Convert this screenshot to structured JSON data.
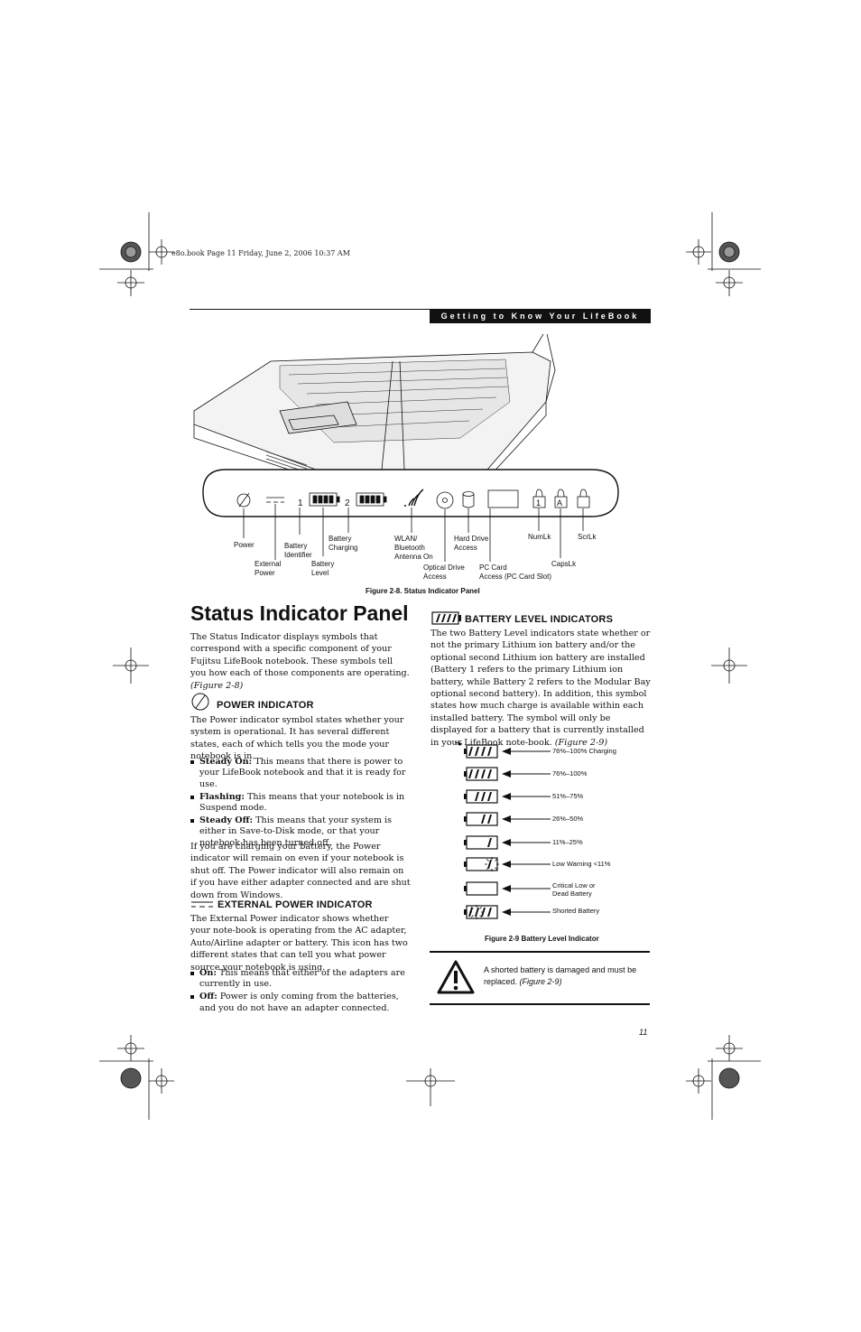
{
  "slug": "e8o.book  Page 11  Friday, June 2, 2006  10:37 AM",
  "running_header": "Getting to Know Your LifeBook",
  "figure1": {
    "caption": "Figure 2-8. Status Indicator Panel",
    "labels": {
      "power": "Power",
      "external_power": "External\nPower",
      "battery_identifier": "Battery\nIdentifier",
      "battery_level": "Battery\nLevel",
      "battery_charging": "Battery\nCharging",
      "wlan": "WLAN/\nBluetooth\nAntenna On",
      "optical": "Optical Drive\nAccess",
      "hdd": "Hard Drive\nAccess",
      "pccard": "PC Card\nAccess (PC Card Slot)",
      "numlk": "NumLk",
      "capslk": "CapsLk",
      "scrlk": "ScrLk"
    }
  },
  "title": "Status Indicator Panel",
  "intro": "The Status Indicator displays symbols that correspond with a specific component of your Fujitsu LifeBook notebook. These symbols tell you how each of those components are operating.",
  "intro_ref": "(Figure 2-8)",
  "power_section": {
    "heading": "POWER INDICATOR",
    "body": "The Power indicator symbol states whether your system is operational. It has several different states, each of which tells you the mode your notebook is in.",
    "bullets": [
      {
        "term": "Steady On:",
        "text": " This means that there is power to your LifeBook notebook and that it is ready for use."
      },
      {
        "term": "Flashing:",
        "text": " This means that your notebook is in Suspend mode."
      },
      {
        "term": "Steady Off:",
        "text": " This means that your system is either in Save-to-Disk mode, or that your notebook has been turned off."
      }
    ],
    "body2": "If you are charging your battery, the Power indicator will remain on even if your notebook is shut off. The Power indicator will also remain on if you have either adapter connected and are shut down from Windows."
  },
  "external_section": {
    "heading": "EXTERNAL POWER INDICATOR",
    "body": "The External Power indicator shows whether your note-book is operating from the AC adapter, Auto/Airline adapter or battery. This icon has two different states that can tell you what power source your notebook is using.",
    "bullets": [
      {
        "term": "On:",
        "text": " This means that either of the adapters are currently in use."
      },
      {
        "term": "Off:",
        "text": " Power is only coming from the batteries, and you do not have an adapter connected."
      }
    ]
  },
  "battery_section": {
    "heading": "BATTERY LEVEL INDICATORS",
    "body": "The two Battery Level indicators state whether or not the primary Lithium ion battery and/or the optional second Lithium ion battery are installed (Battery 1 refers to the primary Lithium ion battery, while Battery 2 refers to the Modular Bay optional second battery). In addition, this symbol states how much charge is available within each installed battery. The symbol will only be displayed for a battery that is currently installed in your LifeBook note-book.",
    "body_ref": "(Figure 2-9)"
  },
  "battery_levels": [
    {
      "label": "76%–100% Charging",
      "bars": 4
    },
    {
      "label": "76%–100%",
      "bars": 4
    },
    {
      "label": "51%–75%",
      "bars": 3
    },
    {
      "label": "26%–50%",
      "bars": 2
    },
    {
      "label": "11%–25%",
      "bars": 1
    },
    {
      "label": "Low Warning <11%",
      "bars": 1
    },
    {
      "label": "Critical Low or\nDead Battery",
      "bars": 0
    },
    {
      "label": "Shorted Battery",
      "bars": 4
    }
  ],
  "figure2_caption": "Figure 2-9  Battery Level Indicator",
  "note": {
    "text": "A shorted battery is damaged and must be replaced.",
    "ref": "(Figure 2-9)"
  },
  "page_number": "11"
}
